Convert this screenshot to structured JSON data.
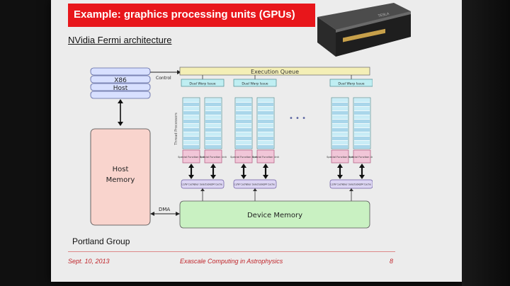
{
  "slide": {
    "title": "Example: graphics processing units (GPUs)",
    "subtitle": "NVidia Fermi architecture",
    "credit": "Portland Group"
  },
  "diagram": {
    "host_label_1": "X86",
    "host_label_2": "Host",
    "host_memory_1": "Host",
    "host_memory_2": "Memory",
    "control_label": "Control",
    "execution_queue": "Execution Queue",
    "dual_warp_issue": "Dual Warp Issue",
    "thread_processors": "Thread Processors",
    "special_function": "Special Function Unit",
    "cache_l1": "L1/W Cache",
    "cache_user": "User Selectable",
    "cache_sm": "SM Cache",
    "ellipsis": "• • •",
    "dma_label": "DMA",
    "device_memory": "Device Memory"
  },
  "footer": {
    "date": "Sept. 10, 2013",
    "event": "Exascale Computing in Astrophysics",
    "page": "8"
  },
  "colors": {
    "title_bg": "#e8161b",
    "queue": "#f4efb6",
    "cyan": "#bfeef2",
    "pink": "#f1c6d8",
    "green": "#c9f1c2",
    "host_memory": "#f9d4cd"
  }
}
